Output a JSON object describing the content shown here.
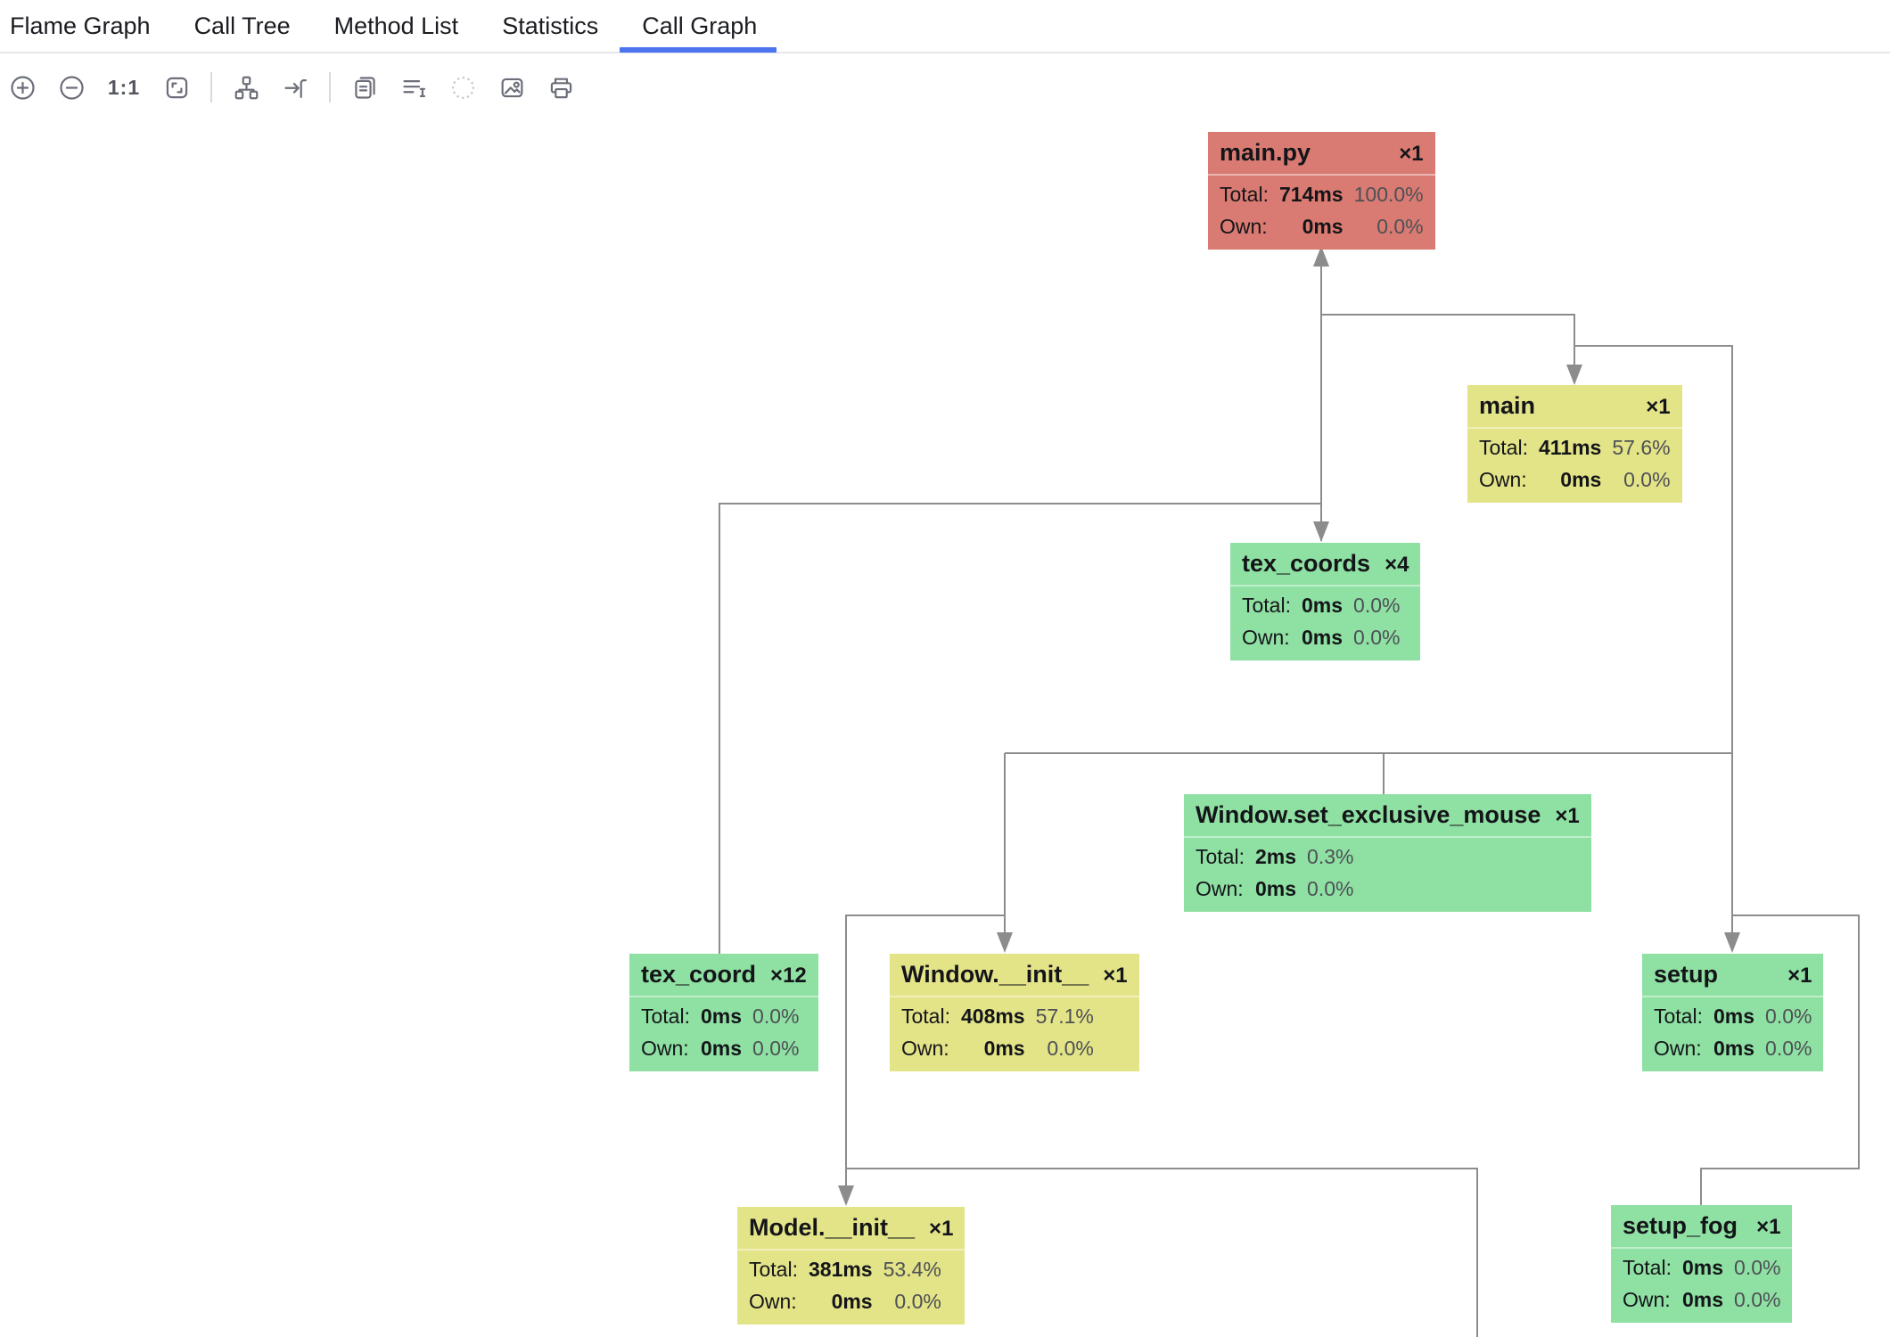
{
  "tabs": [
    {
      "label": "Flame Graph"
    },
    {
      "label": "Call Tree"
    },
    {
      "label": "Method List"
    },
    {
      "label": "Statistics"
    },
    {
      "label": "Call Graph"
    }
  ],
  "active_tab": "Call Graph",
  "toolbar": {
    "zoom_level": "1:1",
    "icons": [
      "zoom-in",
      "zoom-out",
      "actual-size",
      "fit-content",
      "layout-hierarchy",
      "jump-to-element",
      "copy-diagram",
      "sort-list",
      "dotted-circle",
      "export-image",
      "print"
    ]
  },
  "graph": {
    "nodes": [
      {
        "id": "main-py",
        "title": "main.py",
        "count": "×1",
        "color": "red",
        "rows": [
          {
            "label": "Total:",
            "value": "714ms",
            "pct": "100.0%"
          },
          {
            "label": "Own:",
            "value": "0ms",
            "pct": "0.0%"
          }
        ]
      },
      {
        "id": "main",
        "title": "main",
        "count": "×1",
        "color": "yellow",
        "rows": [
          {
            "label": "Total:",
            "value": "411ms",
            "pct": "57.6%"
          },
          {
            "label": "Own:",
            "value": "0ms",
            "pct": "0.0%"
          }
        ]
      },
      {
        "id": "tex-coords",
        "title": "tex_coords",
        "count": "×4",
        "color": "green",
        "rows": [
          {
            "label": "Total:",
            "value": "0ms",
            "pct": "0.0%"
          },
          {
            "label": "Own:",
            "value": "0ms",
            "pct": "0.0%"
          }
        ]
      },
      {
        "id": "window-set-exclusive-mouse",
        "title": "Window.set_exclusive_mouse",
        "count": "×1",
        "color": "green",
        "rows": [
          {
            "label": "Total:",
            "value": "2ms",
            "pct": "0.3%"
          },
          {
            "label": "Own:",
            "value": "0ms",
            "pct": "0.0%"
          }
        ]
      },
      {
        "id": "tex-coord",
        "title": "tex_coord",
        "count": "×12",
        "color": "green",
        "rows": [
          {
            "label": "Total:",
            "value": "0ms",
            "pct": "0.0%"
          },
          {
            "label": "Own:",
            "value": "0ms",
            "pct": "0.0%"
          }
        ]
      },
      {
        "id": "window-init",
        "title": "Window.__init__",
        "count": "×1",
        "color": "yellow",
        "rows": [
          {
            "label": "Total:",
            "value": "408ms",
            "pct": "57.1%"
          },
          {
            "label": "Own:",
            "value": "0ms",
            "pct": "0.0%"
          }
        ]
      },
      {
        "id": "setup",
        "title": "setup",
        "count": "×1",
        "color": "green",
        "rows": [
          {
            "label": "Total:",
            "value": "0ms",
            "pct": "0.0%"
          },
          {
            "label": "Own:",
            "value": "0ms",
            "pct": "0.0%"
          }
        ]
      },
      {
        "id": "model-init",
        "title": "Model.__init__",
        "count": "×1",
        "color": "yellow",
        "rows": [
          {
            "label": "Total:",
            "value": "381ms",
            "pct": "53.4%"
          },
          {
            "label": "Own:",
            "value": "0ms",
            "pct": "0.0%"
          }
        ]
      },
      {
        "id": "setup-fog",
        "title": "setup_fog",
        "count": "×1",
        "color": "green",
        "rows": [
          {
            "label": "Total:",
            "value": "0ms",
            "pct": "0.0%"
          },
          {
            "label": "Own:",
            "value": "0ms",
            "pct": "0.0%"
          }
        ]
      }
    ]
  },
  "colors": {
    "node_red": "#d97b72",
    "node_yellow": "#e3e388",
    "node_green": "#8fe0a3",
    "edge": "#8c8c8c",
    "active_tab_underline": "#4c74f0"
  }
}
